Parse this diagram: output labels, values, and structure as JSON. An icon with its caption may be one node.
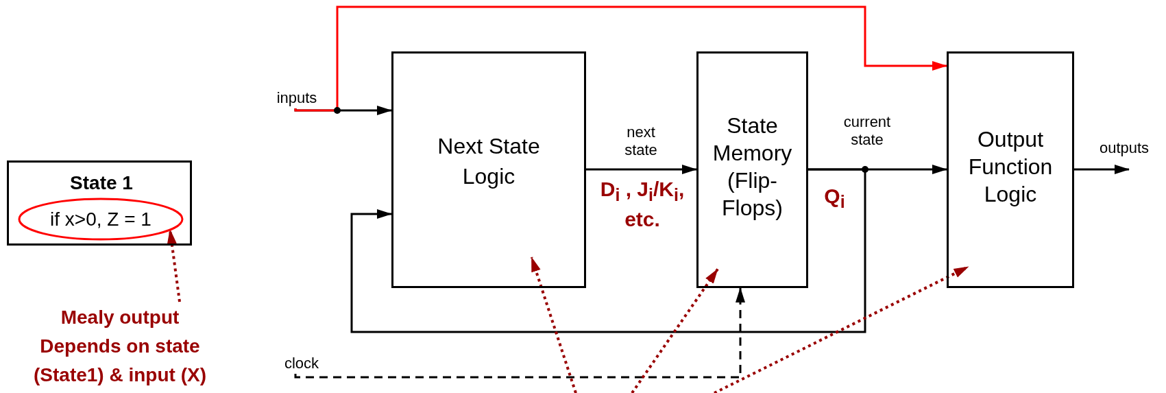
{
  "diagram": {
    "nodes": [
      {
        "text": [
          "State 1"
        ]
      },
      {
        "text": [
          "if x>0, Z = 1"
        ],
        "in": 0
      },
      {
        "text": [
          "Mealy output Depends on state (State1) & input (X)"
        ]
      },
      {
        "text": [
          "inputs"
        ]
      },
      {
        "text": [
          "Next State Logic"
        ]
      },
      {
        "text": [
          "State Memory (Flip-Flops)"
        ]
      },
      {
        "text": [
          "Output Function Logic"
        ]
      },
      {
        "text": [
          "clock"
        ]
      }
    ],
    "edges": [
      {
        "from": 2,
        "to": 1,
        "arrow": "to",
        "style": "dashed",
        "color": "#990000"
      },
      {
        "from": 3,
        "to": 4,
        "arrow": "to"
      },
      {
        "from": 3,
        "to": 6,
        "arrow": "to",
        "color": "#ff0000"
      },
      {
        "from": 4,
        "to": 5,
        "arrow": "to",
        "label": "next state"
      },
      {
        "from": 5,
        "to": 6,
        "arrow": "to",
        "label": "current state"
      },
      {
        "from": 5,
        "to": 4,
        "arrow": "to"
      },
      {
        "from": 6,
        "to": null,
        "arrow": "to",
        "label": "outputs"
      },
      {
        "from": 7,
        "to": 5,
        "arrow": "to",
        "style": "dashed"
      },
      {
        "from": null,
        "to": 4,
        "arrow": "to",
        "style": "dashed",
        "color": "#990000"
      },
      {
        "from": null,
        "to": 5,
        "arrow": "to",
        "style": "dashed",
        "color": "#990000"
      },
      {
        "from": null,
        "to": 6,
        "arrow": "to",
        "style": "dashed",
        "color": "#990000"
      }
    ],
    "labels": [
      "D$_{i}$ , J$_{i}$/K$_{i}$, etc.",
      "Q$_{i}$"
    ]
  }
}
